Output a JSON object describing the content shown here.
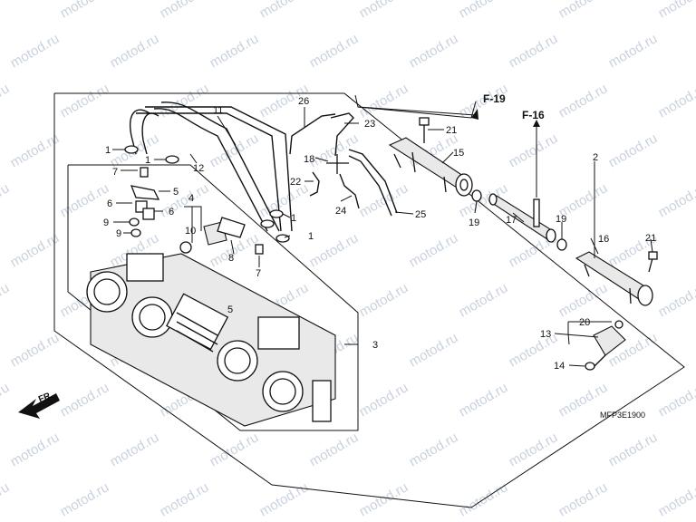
{
  "watermark": "motod.ru",
  "diagram_code": "MFP3E1900",
  "direction_label": "FR.",
  "ref_labels": {
    "f19": "F-19",
    "f16": "F-16"
  },
  "callouts": {
    "c1": "1",
    "c2": "2",
    "c3": "3",
    "c4": "4",
    "c5": "5",
    "c6": "6",
    "c7": "7",
    "c8": "8",
    "c9": "9",
    "c10": "10",
    "c11": "11",
    "c12": "12",
    "c13": "13",
    "c14": "14",
    "c15": "15",
    "c16": "16",
    "c17": "17",
    "c18": "18",
    "c19": "19",
    "c20": "20",
    "c21": "21",
    "c22": "22",
    "c23": "23",
    "c24": "24",
    "c25": "25",
    "c26": "26"
  }
}
